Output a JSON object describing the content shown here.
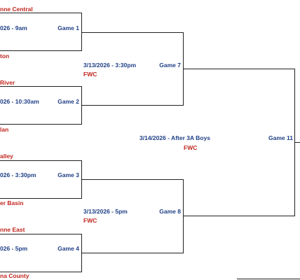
{
  "colors": {
    "team": "#c0261f",
    "info": "#1f3f86",
    "venue": "#c0261f",
    "line": "#222222"
  },
  "round1": [
    {
      "top_team": "nne Central",
      "time": "026 - 9am",
      "game": "Game 1",
      "bottom_team": "ton"
    },
    {
      "top_team": "River",
      "time": "026 - 10:30am",
      "game": "Game 2",
      "bottom_team": "lan"
    },
    {
      "top_team": "alley",
      "time": "026 - 3:30pm",
      "game": "Game 3",
      "bottom_team": "er Basin"
    },
    {
      "top_team": "nne East",
      "time": "026 - 5pm",
      "game": "Game 4",
      "bottom_team": "na County"
    }
  ],
  "round2": [
    {
      "datetime": "3/13/2026 - 3:30pm",
      "venue": "FWC",
      "game": "Game 7"
    },
    {
      "datetime": "3/13/2026 - 5pm",
      "venue": "FWC",
      "game": "Game 8"
    }
  ],
  "round3": {
    "datetime": "3/14/2026 - After 3A Boys",
    "venue": "FWC",
    "game": "Game 11"
  }
}
